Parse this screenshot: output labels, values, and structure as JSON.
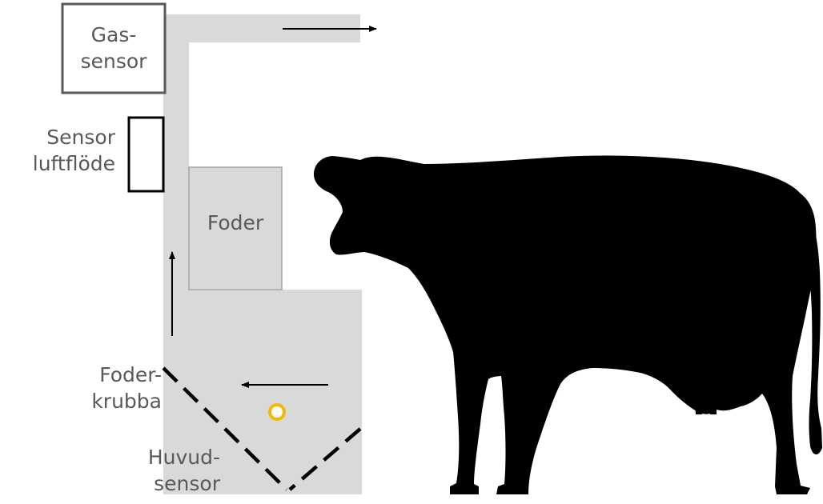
{
  "labels": {
    "gas_sensor": {
      "line1": "Gas-",
      "line2": "sensor"
    },
    "airflow_sensor": {
      "line1": "Sensor",
      "line2": "luftflöde"
    },
    "feed": "Foder",
    "feed_trough": {
      "line1": "Foder-",
      "line2": "krubba"
    },
    "head_sensor": {
      "line1": "Huvud-",
      "line2": "sensor"
    }
  },
  "colors": {
    "duct": "#d9d9d9",
    "feed_box": "#d9d9d9",
    "feed_box_border": "#a6a6a6",
    "sensor_border": "#595959",
    "label_text": "#595959",
    "head_sensor_dot": "#f5b800",
    "cow": "#000000"
  },
  "icons": {
    "animal": "cow-silhouette-icon",
    "head_sensor_marker": "ring-icon"
  }
}
